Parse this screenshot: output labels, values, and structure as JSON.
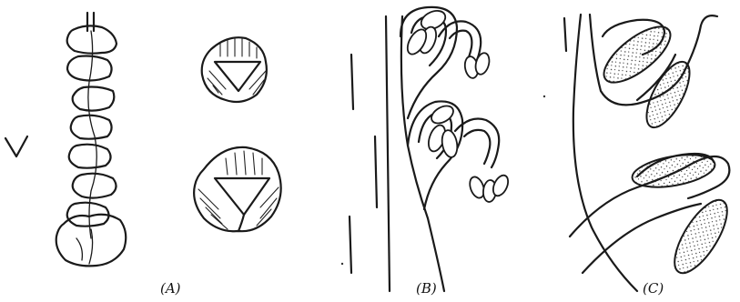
{
  "panels": [
    {
      "id": "A",
      "label": "(A)"
    },
    {
      "id": "B",
      "label": "(B)"
    },
    {
      "id": "C",
      "label": "(C)"
    }
  ]
}
